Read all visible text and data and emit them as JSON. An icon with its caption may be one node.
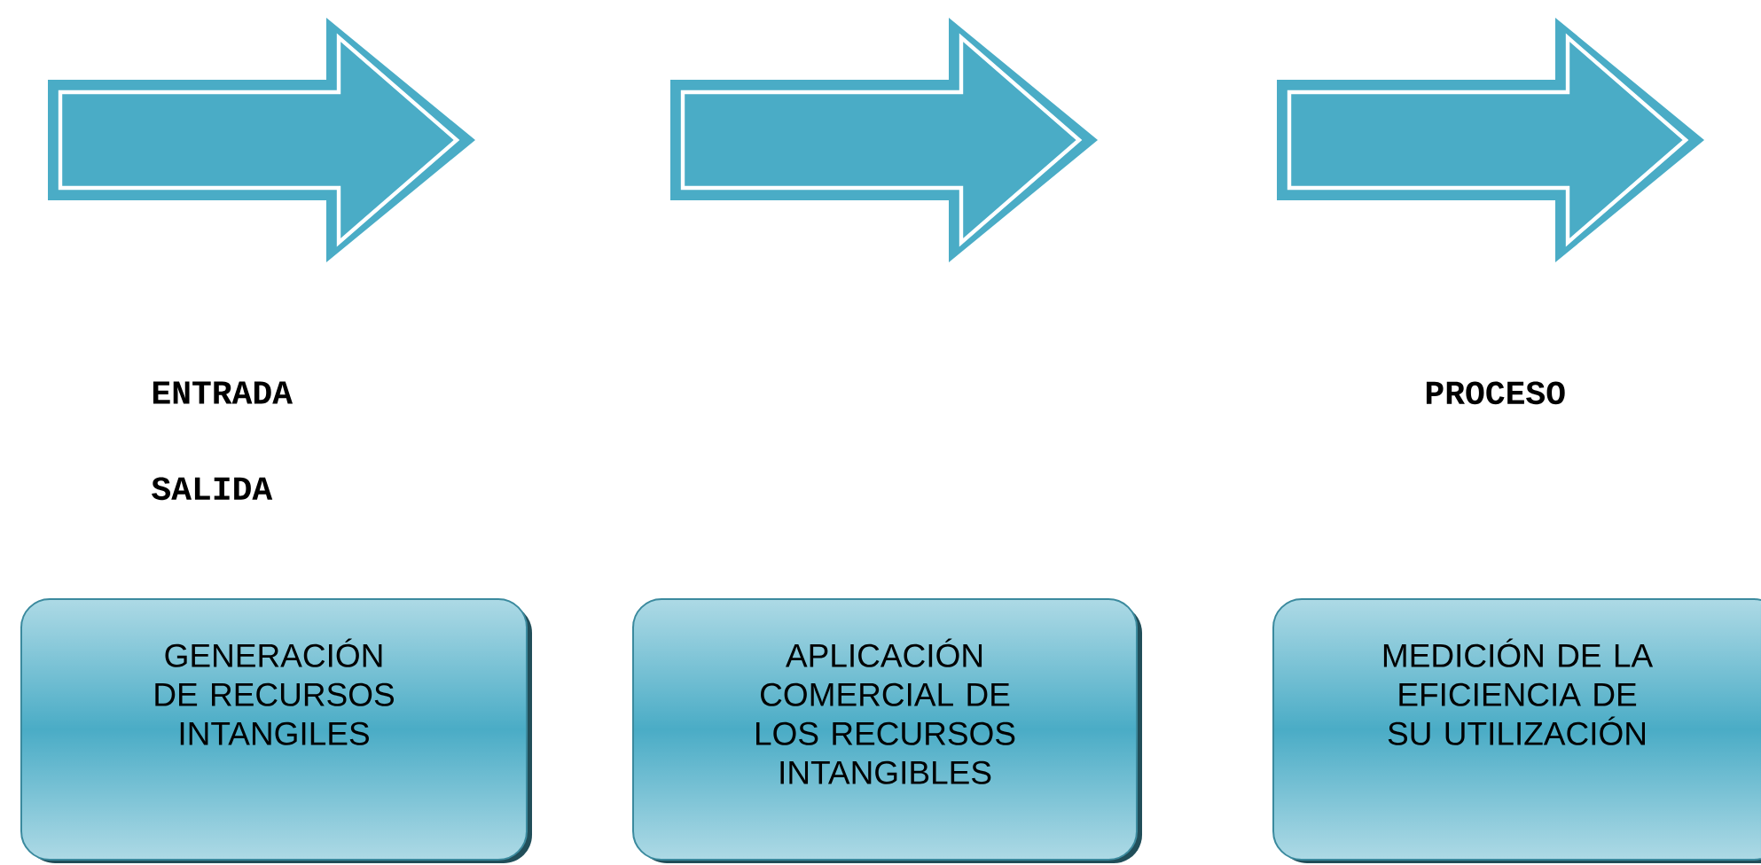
{
  "diagram": {
    "nodes": [
      {
        "text": [],
        "shape": "arrow"
      },
      {
        "text": [],
        "shape": "arrow"
      },
      {
        "text": [],
        "shape": "arrow"
      },
      {
        "text": [
          "GENERACIÓN DE RECURSOS INTANGILES"
        ]
      },
      {
        "text": [
          "APLICACIÓN COMERCIAL DE LOS RECURSOS INTANGIBLES"
        ]
      },
      {
        "text": [
          "MEDICIÓN DE LA EFICIENCIA DE SU UTILIZACIÓN"
        ]
      }
    ],
    "labels": [
      "ENTRADA",
      "PROCESO",
      "SALIDA"
    ]
  }
}
